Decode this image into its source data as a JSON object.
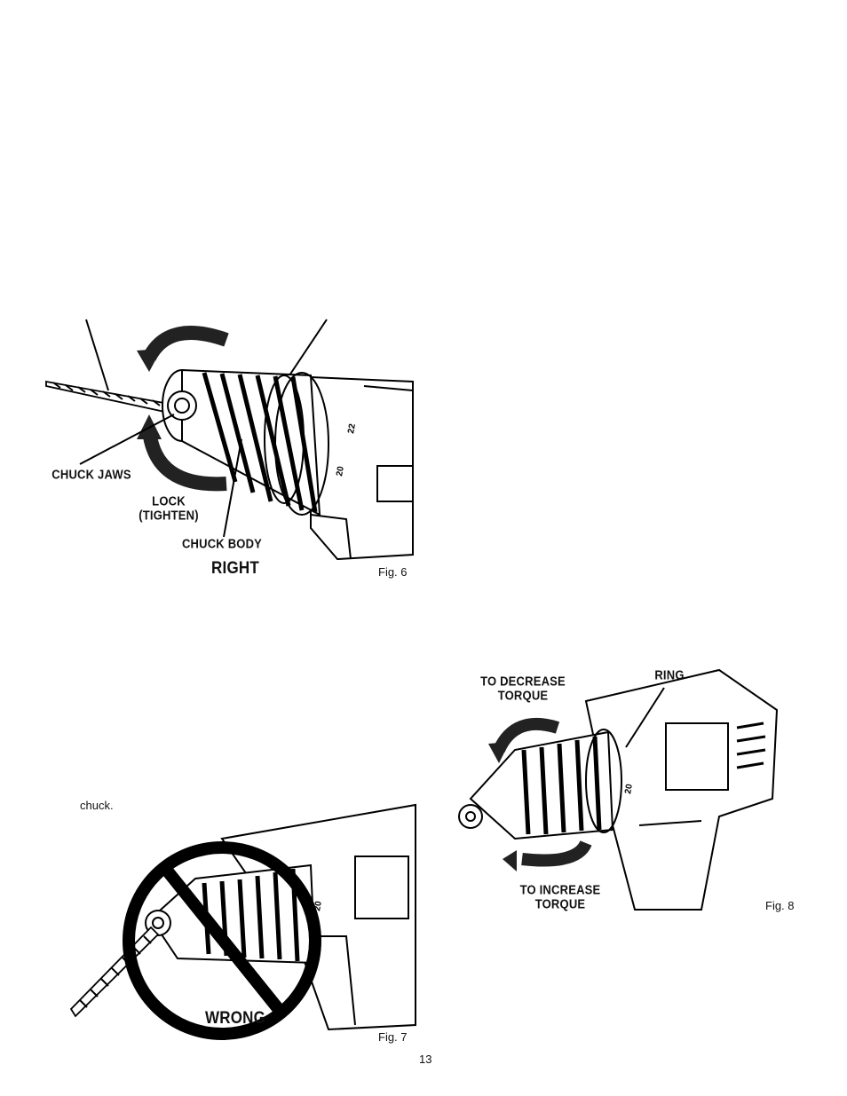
{
  "fig6": {
    "labels": {
      "chuck_jaws": "CHUCK JAWS",
      "lock_line1": "LOCK",
      "lock_line2": "(TIGHTEN)",
      "chuck_body": "CHUCK BODY",
      "right": "RIGHT"
    },
    "dial_numbers": [
      "22",
      "20"
    ],
    "caption": "Fig. 6"
  },
  "fig7": {
    "leading_text": "chuck.",
    "labels": {
      "wrong": "WRONG"
    },
    "dial_numbers": [
      "20"
    ],
    "caption": "Fig. 7"
  },
  "fig8": {
    "labels": {
      "decrease_line1": "TO DECREASE",
      "decrease_line2": "TORQUE",
      "ring": "RING",
      "increase_line1": "TO INCREASE",
      "increase_line2": "TORQUE"
    },
    "dial_numbers": [
      "20"
    ],
    "caption": "Fig. 8"
  },
  "page_number": "13"
}
